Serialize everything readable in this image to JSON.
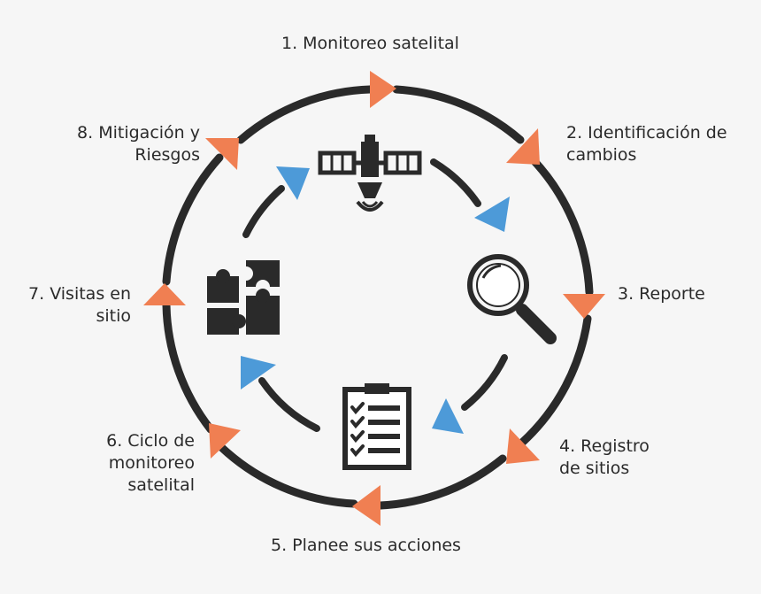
{
  "steps": [
    {
      "num": "1.",
      "lines": [
        "Monitoreo satelital"
      ]
    },
    {
      "num": "2.",
      "lines": [
        "Identificación de",
        "cambios"
      ]
    },
    {
      "num": "3.",
      "lines": [
        "Reporte"
      ]
    },
    {
      "num": "4.",
      "lines": [
        "Registro",
        "de sitios"
      ]
    },
    {
      "num": "5.",
      "lines": [
        "Planee sus acciones"
      ]
    },
    {
      "num": "6.",
      "lines": [
        "Ciclo de",
        "monitoreo",
        "satelital"
      ]
    },
    {
      "num": "7.",
      "lines": [
        "Visitas en",
        "sitio"
      ]
    },
    {
      "num": "8.",
      "lines": [
        "Mitigación y",
        "Riesgos"
      ]
    }
  ],
  "labels": {
    "s1": {
      "l1": "1. Monitoreo satelital"
    },
    "s2": {
      "l1": "2. Identificación de",
      "l2": "cambios"
    },
    "s3": {
      "l1": "3. Reporte"
    },
    "s4": {
      "l1": "4. Registro",
      "l2": "de sitios"
    },
    "s5": {
      "l1": "5. Planee sus acciones"
    },
    "s6": {
      "l1": "6. Ciclo de",
      "l2": "monitoreo",
      "l3": "satelital"
    },
    "s7": {
      "l1": "7. Visitas en",
      "l2": "sitio"
    },
    "s8": {
      "l1": "8. Mitigación y",
      "l2": "Riesgos"
    }
  },
  "colors": {
    "outer_arrow": "#f07f52",
    "inner_arrow": "#4d9ad8",
    "ring": "#2a2a2a"
  },
  "icons": [
    "satellite-icon",
    "magnifier-icon",
    "clipboard-checklist-icon",
    "puzzle-icon"
  ]
}
